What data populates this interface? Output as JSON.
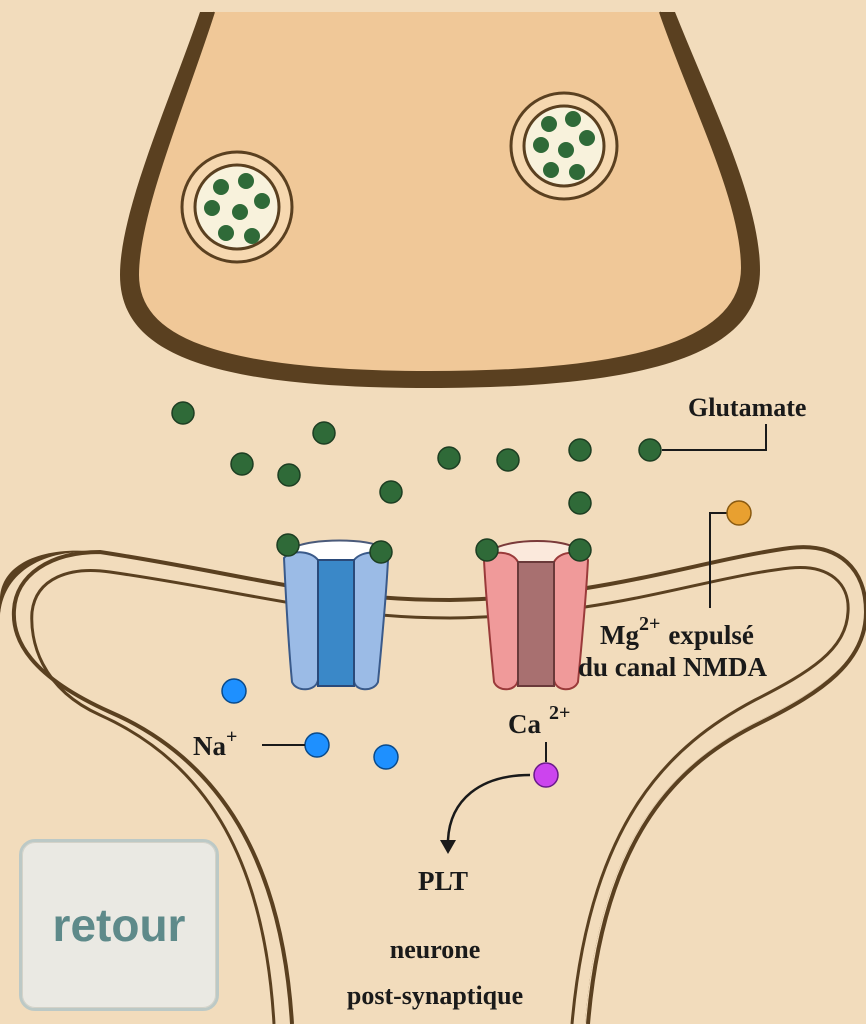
{
  "labels": {
    "glutamate": "Glutamate",
    "mg_line1_base": "Mg",
    "mg_line1_sup": "2+",
    "mg_line1_rest": "expulsé",
    "mg_line2": "du canal NMDA",
    "na_base": "Na",
    "na_sup": "+",
    "ca_base": "Ca",
    "ca_sup": "2+",
    "plt": "PLT",
    "neurone_line1": "neurone",
    "neurone_line2": "post-synaptique"
  },
  "retour_button": {
    "label": "retour"
  },
  "colors": {
    "background": "#f2dcbc",
    "presynaptic_fill": "#f0c898",
    "postsynaptic_fill": "#ecc98a",
    "membrane": "#5a4020",
    "glutamate": "#2f6a38",
    "na_ion": "#1e90ff",
    "ca_ion": "#cc44ee",
    "mg_ion": "#e8a030",
    "ampa_channel": "#9bbbe6",
    "nmda_channel": "#f09a9a"
  }
}
